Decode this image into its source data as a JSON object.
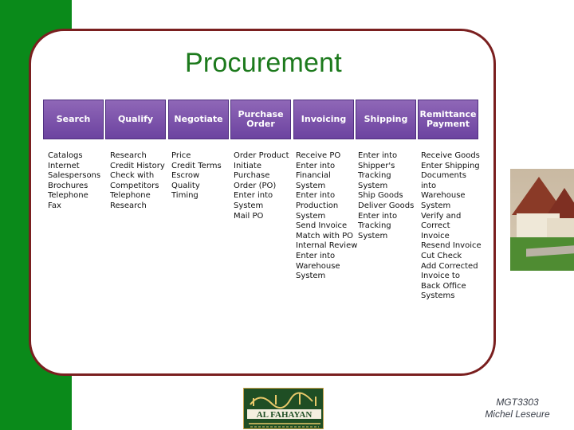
{
  "title": "Procurement",
  "columns": [
    {
      "header": "Search",
      "items": [
        "Catalogs",
        "Internet",
        "Salespersons",
        "Brochures",
        "Telephone",
        "Fax"
      ]
    },
    {
      "header": "Qualify",
      "items": [
        "Research",
        "Credit History",
        "Check with\n    Competitors",
        "Telephone\n    Research"
      ]
    },
    {
      "header": "Negotiate",
      "items": [
        "Price",
        "Credit Terms",
        "Escrow",
        "Quality",
        "Timing"
      ]
    },
    {
      "header": "Purchase\nOrder",
      "items": [
        "Order Product",
        "Initiate\n    Purchase\n    Order (PO)",
        "Enter into\n    System",
        "Mail PO"
      ]
    },
    {
      "header": "Invoicing",
      "items": [
        "Receive PO",
        "Enter into\n    Financial\n    System",
        "Enter into\n    Production\n    System",
        "Send Invoice",
        "Match with PO",
        "Internal Review",
        "Enter into\n    Warehouse\n    System"
      ]
    },
    {
      "header": "Shipping",
      "items": [
        "Enter into\n    Shipper's\n    Tracking\n    System",
        "Ship Goods",
        "Deliver Goods",
        "Enter into\n    Tracking\n    System"
      ]
    },
    {
      "header": "Remittance\nPayment",
      "items": [
        "Receive Goods",
        "Enter Shipping\n    Documents\n    into\n    Warehouse\n    System",
        "Verify and\n    Correct\n    Invoice",
        "Resend Invoice",
        "Cut Check",
        "Add Corrected\n    Invoice to\n    Back Office\n    Systems"
      ]
    }
  ],
  "footer": {
    "line1": "MGT3303",
    "line2": "Michel Leseure"
  },
  "logo": {
    "text": "AL FAHAYAN"
  },
  "colors": {
    "sidebar": "#0a8a1a",
    "frame": "#7a1f1f",
    "title": "#1d7a1d",
    "header_fill": "#7a52aa"
  }
}
